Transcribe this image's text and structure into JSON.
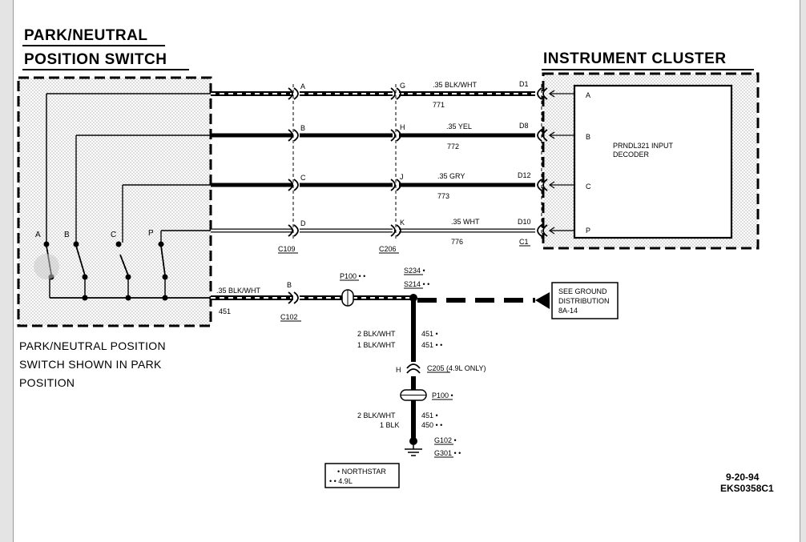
{
  "title_left_1": "PARK/NEUTRAL",
  "title_left_2": "POSITION SWITCH",
  "title_right": "INSTRUMENT CLUSTER",
  "switch_contacts": [
    "A",
    "B",
    "C",
    "P"
  ],
  "decoder_label_1": "PRNDL321 INPUT",
  "decoder_label_2": "DECODER",
  "cluster_pins": [
    "A",
    "B",
    "C",
    "P"
  ],
  "circuits": [
    {
      "c109": "A",
      "c206": "G",
      "wire": ".35 BLK/WHT",
      "circuit": "771",
      "c1": "D1"
    },
    {
      "c109": "B",
      "c206": "H",
      "wire": ".35 YEL",
      "circuit": "772",
      "c1": "D8"
    },
    {
      "c109": "C",
      "c206": "J",
      "wire": ".35 GRY",
      "circuit": "773",
      "c1": "D12"
    },
    {
      "c109": "D",
      "c206": "K",
      "wire": ".35 WHT",
      "circuit": "776",
      "c1": "D10"
    }
  ],
  "connectors": {
    "c109": "C109",
    "c206": "C206",
    "c1": "C1",
    "c102": "C102"
  },
  "ground_wire": {
    "gauge": ".35 BLK/WHT",
    "circuit": "451",
    "c102_pin": "B"
  },
  "p100_top": "P100 • •",
  "splice_1": "S234 •",
  "splice_2": "S214 • •",
  "ground_ref": [
    "SEE GROUND",
    "DISTRIBUTION",
    "8A-14"
  ],
  "drop_wire_1a": "2 BLK/WHT",
  "drop_wire_1b": "1 BLK/WHT",
  "drop_circuit_1a": "451 •",
  "drop_circuit_1b": "451 • •",
  "c205_pin": "H",
  "c205_label": "C205 (4.9L ONLY)",
  "p100_bottom": "P100 •",
  "drop_wire_2a": "2 BLK/WHT",
  "drop_wire_2b": "1 BLK",
  "drop_circuit_2a": "451 •",
  "drop_circuit_2b": "450 • •",
  "ground_1": "G102 •",
  "ground_2": "G301 • •",
  "legend_1": "• NORTHSTAR",
  "legend_2": "• • 4.9L",
  "caption": [
    "PARK/NEUTRAL POSITION",
    "SWITCH SHOWN IN PARK",
    "POSITION"
  ],
  "date": "9-20-94",
  "code": "EKS0358C1"
}
